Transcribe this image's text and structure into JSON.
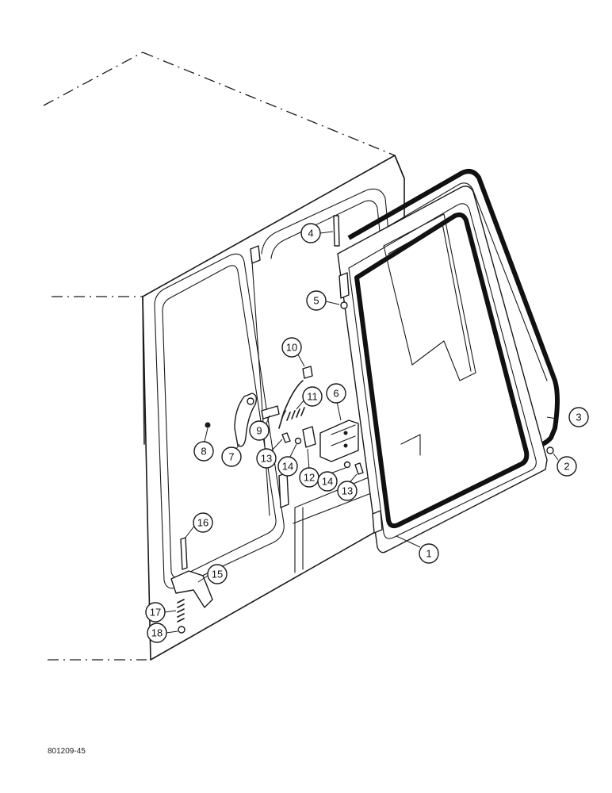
{
  "figure": {
    "ref_code": "801209-45",
    "callouts": [
      {
        "label": "1"
      },
      {
        "label": "2"
      },
      {
        "label": "3"
      },
      {
        "label": "4"
      },
      {
        "label": "5"
      },
      {
        "label": "6"
      },
      {
        "label": "7"
      },
      {
        "label": "8"
      },
      {
        "label": "9"
      },
      {
        "label": "10"
      },
      {
        "label": "11"
      },
      {
        "label": "12"
      },
      {
        "label": "13"
      },
      {
        "label": "13"
      },
      {
        "label": "14"
      },
      {
        "label": "14"
      },
      {
        "label": "15"
      },
      {
        "label": "16"
      },
      {
        "label": "17"
      },
      {
        "label": "18"
      }
    ]
  }
}
